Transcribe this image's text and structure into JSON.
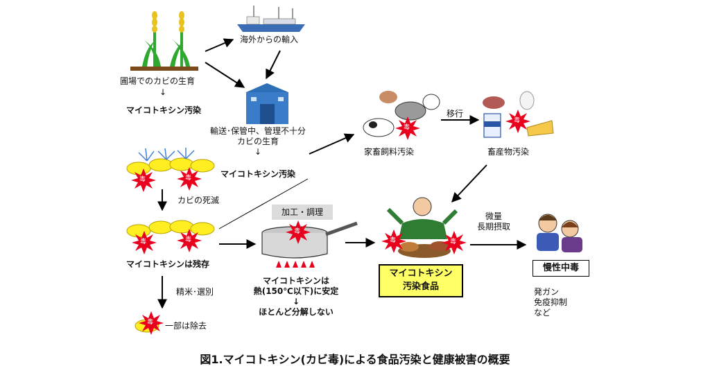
{
  "caption": "図1.マイコトキシン(カビ毒)による食品汚染と健康被害の概要",
  "labels": {
    "field_growth": "圃場でのカビの生育",
    "down_arrow": "↓",
    "mycotoxin_contamination": "マイコトキシン汚染",
    "import": "海外からの輸入",
    "storage_line1": "輸送･保管中、管理不十分",
    "storage_line2": "カビの生育",
    "mold_death": "カビの死滅",
    "mycotoxin_remains": "マイコトキシンは残存",
    "polishing": "精米･選別",
    "partial_removal": "一部は除去",
    "processing": "加工・調理",
    "heat_line1": "マイコトキシンは",
    "heat_line2": "熱(150℃以下)に安定",
    "heat_line3": "ほとんど分解しない",
    "feed": "家畜飼料汚染",
    "transfer": "移行",
    "livestock": "畜産物汚染",
    "contaminated_food_line1": "マイコトキシン",
    "contaminated_food_line2": "汚染食品",
    "intake_line1": "微量",
    "intake_line2": "長期摂取",
    "chronic": "慢性中毒",
    "effects": [
      "発ガン",
      "免疫抑制",
      "など"
    ],
    "toxin_mark": "毒"
  },
  "colors": {
    "highlight_yellow": "#ffff66",
    "grain_yellow": "#ffee22",
    "toxin_red": "#e8001c",
    "building_blue": "#3a7cc7",
    "plant_green": "#2ea82e",
    "mold_blue": "#3f7fd9"
  }
}
